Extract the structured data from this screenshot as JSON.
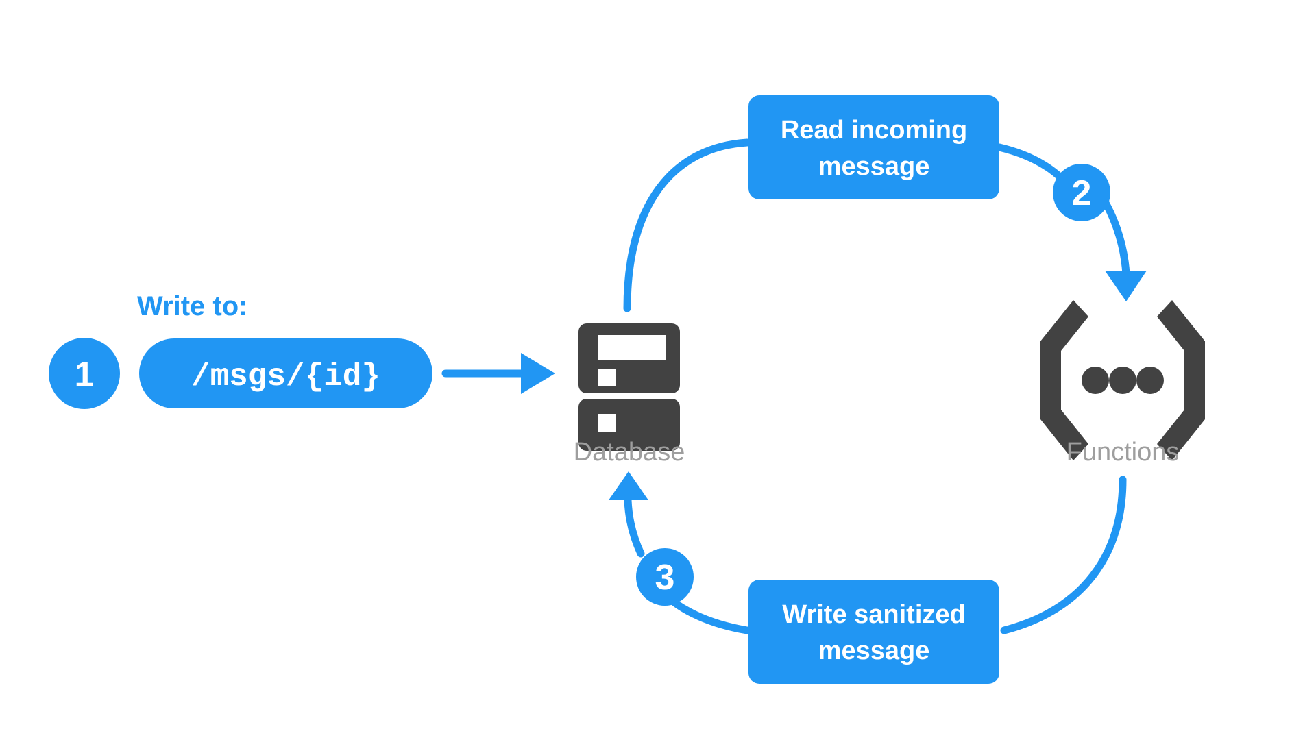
{
  "diagram": {
    "title": "Firebase Database and Functions message sanitization flow",
    "background_color": "#ffffff",
    "accent_color": "#2196f3",
    "icon_color": "#424242",
    "caption_color": "#9e9e9e",
    "text_on_accent_color": "#ffffff"
  },
  "write_to": {
    "label": "Write to:",
    "path_value": "/msgs/{id}"
  },
  "steps": [
    {
      "number": "1",
      "name": "write-to-path"
    },
    {
      "number": "2",
      "name": "read-incoming-message"
    },
    {
      "number": "3",
      "name": "write-sanitized-message"
    }
  ],
  "nodes": [
    {
      "id": "database",
      "caption": "Database",
      "icon": "database-icon"
    },
    {
      "id": "functions",
      "caption": "Functions",
      "icon": "functions-brackets-icon"
    }
  ],
  "boxes": [
    {
      "id": "read-incoming",
      "line1": "Read incoming",
      "line2": "message"
    },
    {
      "id": "write-sanitized",
      "line1": "Write sanitized",
      "line2": "message"
    }
  ],
  "arrows": [
    {
      "id": "path-to-database",
      "from": "/msgs/{id}",
      "to": "Database",
      "style": "straight"
    },
    {
      "id": "database-to-read-box",
      "from": "Database",
      "to": "Read incoming message",
      "style": "curve"
    },
    {
      "id": "read-box-to-functions",
      "from": "Read incoming message",
      "to": "Functions",
      "style": "curve",
      "badge": "2"
    },
    {
      "id": "functions-to-write-box",
      "from": "Functions",
      "to": "Write sanitized message",
      "style": "curve"
    },
    {
      "id": "write-box-to-database",
      "from": "Write sanitized message",
      "to": "Database",
      "style": "curve",
      "badge": "3"
    }
  ]
}
